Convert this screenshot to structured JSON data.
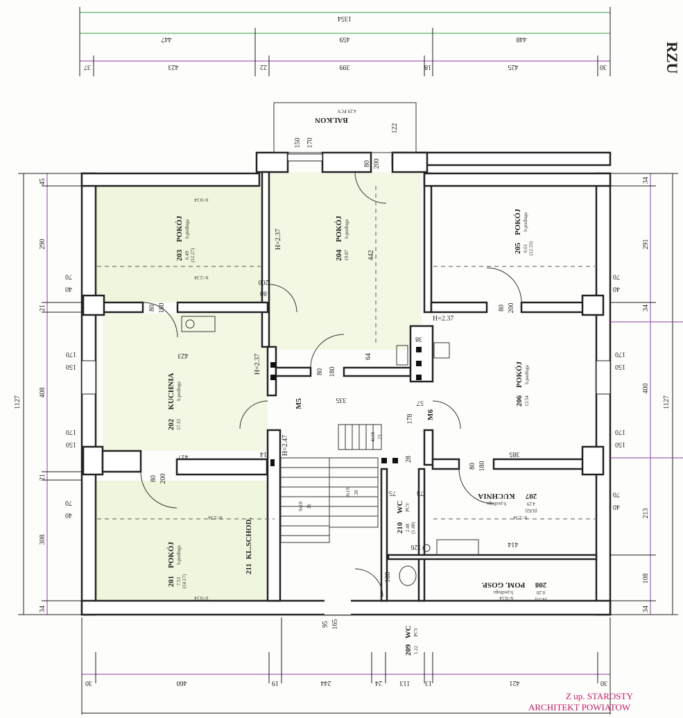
{
  "title_fragment": "RZU",
  "stamp": {
    "line1": "Z up. STAROSTY",
    "line2": "ARCHITEKT POWIATOW"
  },
  "top_dims": {
    "total": "1354",
    "row2": [
      "447",
      "459",
      "448"
    ],
    "row3": [
      "37",
      "423",
      "22",
      "399",
      "18",
      "425",
      "30"
    ]
  },
  "bottom_dims": [
    "30",
    "460",
    "19",
    "244",
    "24",
    "113",
    "13",
    "421",
    "30"
  ],
  "left_dims": {
    "total": "1127",
    "row": [
      "45",
      "290",
      "21",
      "408",
      "21",
      "308",
      "34"
    ]
  },
  "right_dims": {
    "total": "1127",
    "row": [
      "34",
      "291",
      "34",
      "400",
      "213",
      "108",
      "34"
    ]
  },
  "balcony": {
    "label": "BALKON",
    "area": "4.29 PCV"
  },
  "rooms": [
    {
      "id": "201",
      "name": "POKÓJ",
      "area": "7.53",
      "note": "b.podloga",
      "sub": "(14.17)"
    },
    {
      "id": "202",
      "name": "KUCHNIA",
      "area": "17.33",
      "note": "b.podloga"
    },
    {
      "id": "203",
      "name": "POKÓJ",
      "area": "6.49",
      "note": "b.podloga",
      "sub": "(12.27)"
    },
    {
      "id": "204",
      "name": "POKÓJ",
      "area": "19.87",
      "note": "b.podloga"
    },
    {
      "id": "205",
      "name": "POKÓJ",
      "area": "6.61",
      "note": "b.podloga",
      "sub": "(12.33)"
    },
    {
      "id": "206",
      "name": "POKÓJ",
      "area": "13.54",
      "note": "b.podloga"
    },
    {
      "id": "207",
      "name": "KUCHNIA",
      "area": "4.29",
      "note": "b.podloga",
      "sub": "(8.82)"
    },
    {
      "id": "208",
      "name": "POM. GOSP.",
      "area": "0.20",
      "note": "b.podloga",
      "sub": "(4.55)"
    },
    {
      "id": "209",
      "name": "WC",
      "area": "1.22",
      "note": "PCV"
    },
    {
      "id": "210",
      "name": "WC",
      "area": "2.48",
      "note": "PCV",
      "sub": "(1.48)"
    },
    {
      "id": "211",
      "name": "KL.SCHOD.",
      "area": "",
      "note": ""
    }
  ],
  "heights": [
    "H=2.37",
    "H=2.37",
    "H=2.37",
    "H=2.47"
  ],
  "markers": [
    "M5",
    "M6"
  ],
  "inner_dims": [
    "423",
    "417",
    "442",
    "335",
    "385",
    "414",
    "64",
    "178",
    "122",
    "57",
    "73",
    "75",
    "108",
    "126",
    "38",
    "14",
    "28"
  ],
  "openings": [
    {
      "w": "150",
      "h": "170"
    },
    {
      "w": "80",
      "h": "200"
    },
    {
      "w": "80",
      "h": "180"
    },
    {
      "w": "200",
      "h": "80"
    },
    {
      "w": "80",
      "h": "200"
    },
    {
      "w": "80",
      "h": "180"
    },
    {
      "w": "80",
      "h": "200"
    },
    {
      "w": "80",
      "h": "180"
    },
    {
      "w": "95",
      "h": "165"
    }
  ],
  "window_dims": [
    "70",
    "40",
    "170",
    "150",
    "170",
    "150",
    "70",
    "40"
  ],
  "stairs": [
    "9x18",
    "26",
    "9x19",
    "28",
    "4x18",
    "23"
  ],
  "floor_heights": [
    "h=0.54",
    "h=2.34"
  ]
}
